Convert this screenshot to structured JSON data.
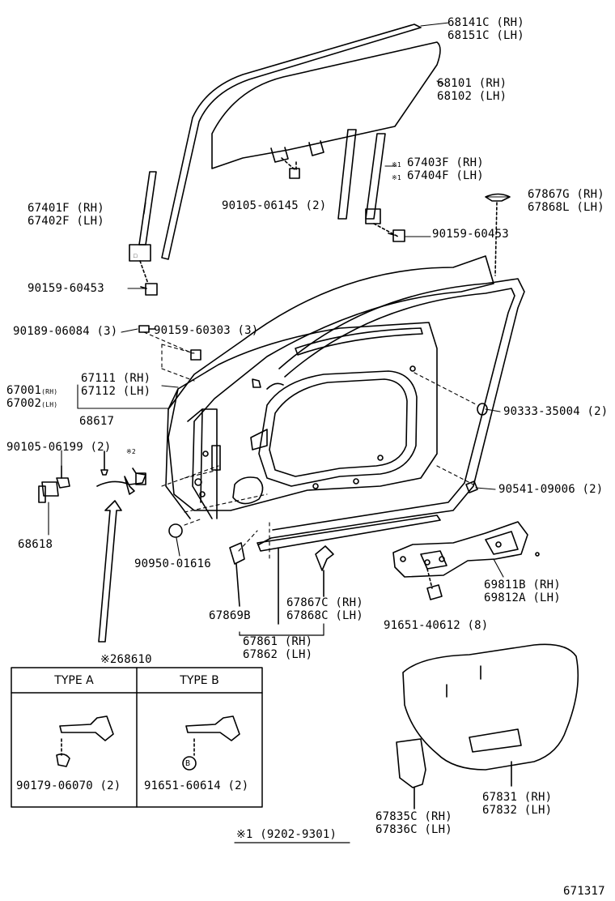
{
  "parts": {
    "moulding_top": {
      "rh": "68141C (RH)",
      "lh": "68151C (LH)"
    },
    "glass": {
      "rh": "68101 (RH)",
      "lh": "68102 (LH)"
    },
    "run_front": {
      "mark": "※1",
      "rh": "67403F (RH)",
      "lh": "67404F (LH)"
    },
    "run_rear": {
      "rh": "67401F (RH)",
      "lh": "67402F (LH)"
    },
    "bolt_glass": "90105-06145 (2)",
    "clip_top": {
      "rh": "67867G (RH)",
      "lh": "67868L (LH)"
    },
    "bolt_run_front": "90159-60453",
    "bolt_run_rear": "90159-60453",
    "screw_a": "90189-06084 (3)",
    "screw_b": "90159-60303 (3)",
    "door_panel": {
      "rh": "67001",
      "rh_tag": "(RH)",
      "lh": "67002",
      "lh_tag": "(LH)"
    },
    "weatherstrip": {
      "rh": "67111 (RH)",
      "lh": "67112 (LH)"
    },
    "plug_a": "90333-35004 (2)",
    "pin": "68617",
    "bolt_check": "90105-06199 (2)",
    "mark2": "※2",
    "plug_b": "90541-09006 (2)",
    "stopper": "68618",
    "plug_c": "90950-01616",
    "hinge": {
      "rh": "69811B (RH)",
      "lh": "69812A (LH)"
    },
    "clip_b": "67869B",
    "clip_c": {
      "rh": "67867C (RH)",
      "lh": "67868C (LH)"
    },
    "bolt_hinge": "91651-40612 (8)",
    "lower_strip": {
      "rh": "67861 (RH)",
      "lh": "67862 (LH)"
    },
    "check_link": "※268610",
    "service_hole_cover": {
      "rh": "67831 (RH)",
      "lh": "67832 (LH)"
    },
    "cover_small": {
      "rh": "67835C (RH)",
      "lh": "67836C (LH)"
    }
  },
  "type_box": {
    "type_a": "TYPE A",
    "type_b": "TYPE B",
    "part_a": "90179-06070 (2)",
    "part_b": "91651-60614 (2)",
    "badge_b": "B"
  },
  "footnote": "※1 (9202-9301)",
  "figure_code": "671317"
}
